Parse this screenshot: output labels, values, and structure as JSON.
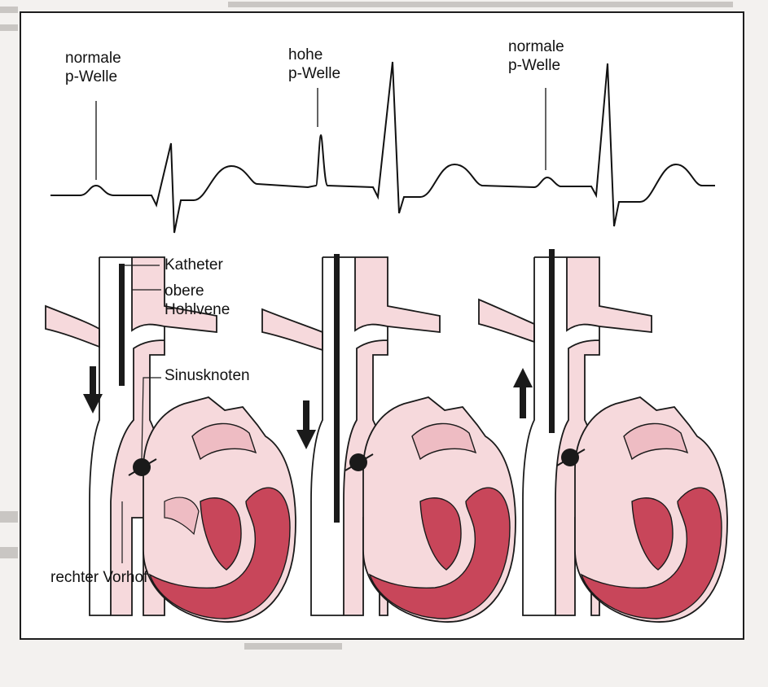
{
  "figure": {
    "ecg_labels": {
      "p1_line1": "normale",
      "p1_line2": "p-Welle",
      "p2_line1": "hohe",
      "p2_line2": "p-Welle",
      "p3_line1": "normale",
      "p3_line2": "p-Welle"
    },
    "anatomy_labels": {
      "catheter": "Katheter",
      "svc_line1": "obere",
      "svc_line2": "Hohlvene",
      "sinus_node": "Sinusknoten",
      "right_atrium": "rechter Vorhof"
    },
    "panels": [
      {
        "arrow": "down",
        "catheter_position": "superior vena cava"
      },
      {
        "arrow": "down",
        "catheter_position": "right atrium"
      },
      {
        "arrow": "up",
        "catheter_position": "superior vena cava"
      }
    ],
    "colors": {
      "tissue": "#f6d9dc",
      "tissue_mid": "#eebcc3",
      "muscle": "#c8465a",
      "outline": "#1a1a1a",
      "catheter": "#1a1a1a"
    }
  }
}
